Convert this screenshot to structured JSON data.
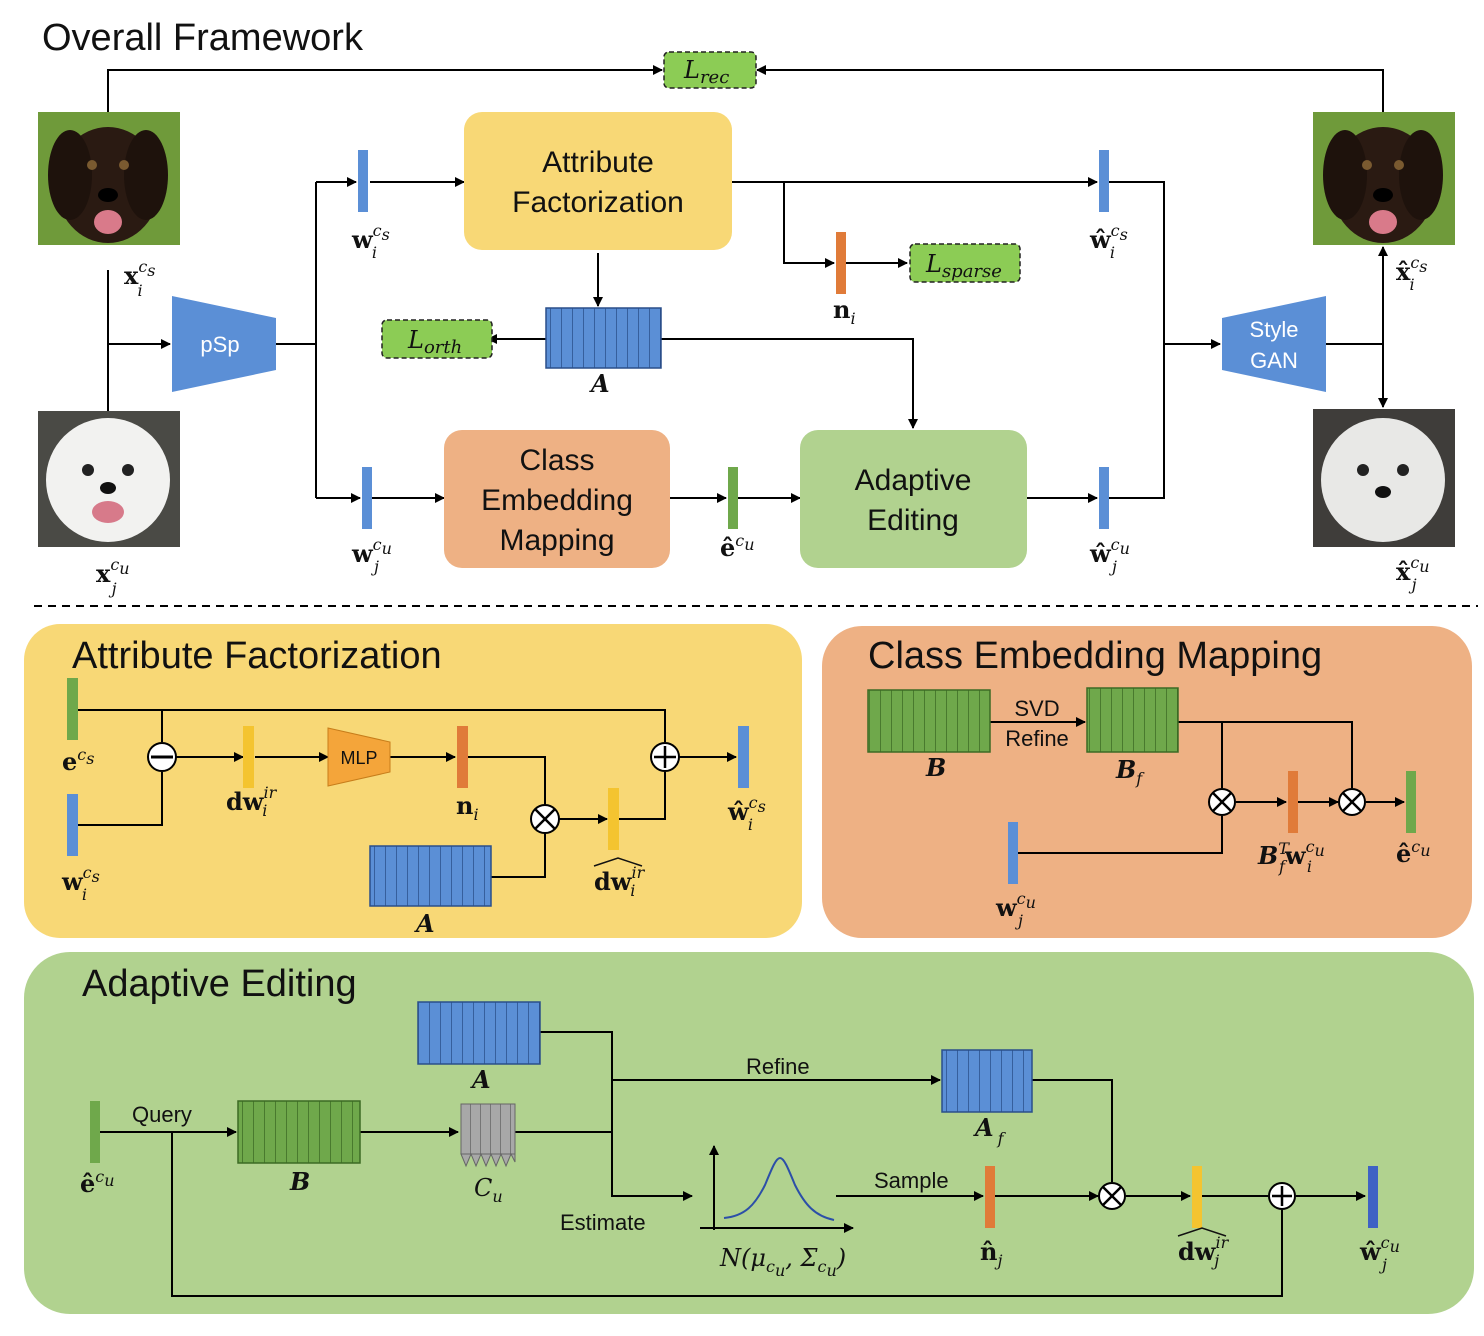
{
  "overall": {
    "title": "Overall Framework",
    "loss_rec": "L",
    "loss_rec_sub": "rec",
    "loss_sparse": "L",
    "loss_sparse_sub": "sparse",
    "loss_orth": "L",
    "loss_orth_sub": "orth",
    "psp_label": "pSp",
    "stylegan_line1": "Style",
    "stylegan_line2": "GAN",
    "attr_fact_line1": "Attribute",
    "attr_fact_line2": "Factorization",
    "cem_line1": "Class",
    "cem_line2": "Embedding",
    "cem_line3": "Mapping",
    "ae_line1": "Adaptive",
    "ae_line2": "Editing",
    "matrix_A": "A",
    "labels": {
      "x_i": "x",
      "x_i_sup": "c",
      "x_i_sup_sub": "s",
      "x_i_sub": "i",
      "x_j": "x",
      "x_j_sup": "c",
      "x_j_sup_sub": "u",
      "x_j_sub": "j",
      "w_i": "w",
      "w_i_sup": "c",
      "w_i_sup_sub": "s",
      "w_i_sub": "i",
      "w_j": "w",
      "w_j_sup": "c",
      "w_j_sup_sub": "u",
      "w_j_sub": "j",
      "n_i": "n",
      "n_i_sub": "i",
      "e_hat": "ê",
      "e_hat_sup": "c",
      "e_hat_sup_sub": "u",
      "what_i": "ŵ",
      "what_i_sup": "c",
      "what_i_sup_sub": "s",
      "what_i_sub": "i",
      "what_j": "ŵ",
      "what_j_sup": "c",
      "what_j_sup_sub": "u",
      "what_j_sub": "j",
      "xhat_i": "x̂",
      "xhat_i_sup": "c",
      "xhat_i_sup_sub": "s",
      "xhat_i_sub": "i",
      "xhat_j": "x̂",
      "xhat_j_sup": "c",
      "xhat_j_sup_sub": "u",
      "xhat_j_sub": "j"
    }
  },
  "attr_panel": {
    "title": "Attribute Factorization",
    "mlp": "MLP",
    "e_cs": "e",
    "e_cs_sup": "c",
    "e_cs_sup_sub": "s",
    "w_cs": "w",
    "w_cs_sup": "c",
    "w_cs_sup_sub": "s",
    "w_cs_sub": "i",
    "dw_ir": "dw",
    "dw_ir_sup": "ir",
    "dw_ir_sub": "i",
    "n_i": "n",
    "n_i_sub": "i",
    "dwhat_ir": "dw",
    "dwhat_ir_sup": "ir",
    "dwhat_ir_sub": "i",
    "what_cs": "ŵ",
    "what_cs_sup": "c",
    "what_cs_sup_sub": "s",
    "what_cs_sub": "i",
    "matrix_A": "A"
  },
  "cem_panel": {
    "title": "Class Embedding Mapping",
    "svd": "SVD",
    "refine": "Refine",
    "B": "B",
    "Bf": "B",
    "Bf_sub": "f",
    "BfT": "B",
    "BfT_sup": "T",
    "BfT_sub": "f",
    "BfT_w": "w",
    "BfT_w_sup": "c",
    "BfT_w_sup_sub": "u",
    "BfT_w_sub": "i",
    "e_hat": "ê",
    "e_hat_sup": "c",
    "e_hat_sup_sub": "u",
    "w_cu": "w",
    "w_cu_sup": "c",
    "w_cu_sup_sub": "u",
    "w_cu_sub": "j"
  },
  "ae_panel": {
    "title": "Adaptive Editing",
    "query": "Query",
    "refine": "Refine",
    "estimate": "Estimate",
    "sample": "Sample",
    "A": "A",
    "Af": "A",
    "Af_sub": "f",
    "B": "B",
    "Cu": "C",
    "Cu_sub": "u",
    "normal": "N(μ",
    "normal_sub1": "c",
    "normal_sub1b": "u",
    "normal_mid": ", Σ",
    "normal_sub2": "c",
    "normal_sub2b": "u",
    "normal_end": ")",
    "e_hat": "ê",
    "e_hat_sup": "c",
    "e_hat_sup_sub": "u",
    "n_hat": "n̂",
    "n_hat_sub": "j",
    "dw_hat": "dw",
    "dw_hat_sup": "ir",
    "dw_hat_sub": "j",
    "w_hat": "ŵ",
    "w_hat_sup": "c",
    "w_hat_sup_sub": "u",
    "w_hat_sub": "j"
  },
  "colors": {
    "yellow": "#f8d876",
    "orange_box": "#eeb184",
    "green_box": "#b1d28f",
    "blue": "#5b8fd6",
    "green_vec": "#6fa84b",
    "orange_vec": "#e07b39",
    "yellow_vec": "#f4c430",
    "loss_green": "#8ccc55",
    "gray": "#a8a8a8"
  }
}
